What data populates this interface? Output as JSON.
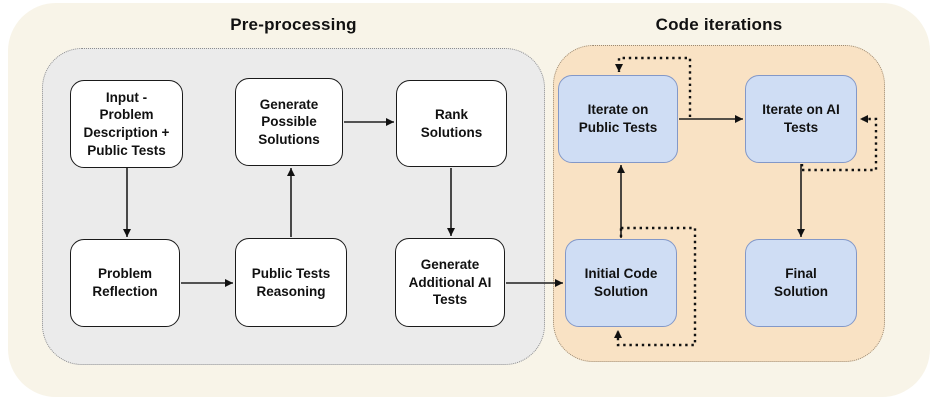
{
  "titles": {
    "preprocessing": "Pre-processing",
    "code_iterations": "Code iterations"
  },
  "nodes": {
    "input": "Input -\nProblem\nDescription +\nPublic Tests",
    "generate_possible": "Generate\nPossible\nSolutions",
    "rank": "Rank\nSolutions",
    "problem_reflection": "Problem\nReflection",
    "public_tests_reasoning": "Public Tests\nReasoning",
    "generate_ai_tests": "Generate\nAdditional AI\nTests",
    "iterate_public": "Iterate on\nPublic Tests",
    "iterate_ai": "Iterate on AI\nTests",
    "initial_code": "Initial Code\nSolution",
    "final_solution": "Final\nSolution"
  },
  "edges": {
    "solid": [
      {
        "from": "Input - Problem Description + Public Tests",
        "to": "Problem Reflection"
      },
      {
        "from": "Problem Reflection",
        "to": "Public Tests Reasoning"
      },
      {
        "from": "Public Tests Reasoning",
        "to": "Generate Possible Solutions"
      },
      {
        "from": "Generate Possible Solutions",
        "to": "Rank Solutions"
      },
      {
        "from": "Rank Solutions",
        "to": "Generate Additional AI Tests"
      },
      {
        "from": "Generate Additional AI Tests",
        "to": "Initial Code Solution"
      },
      {
        "from": "Initial Code Solution",
        "to": "Iterate on Public Tests"
      },
      {
        "from": "Iterate on Public Tests",
        "to": "Iterate on AI Tests"
      },
      {
        "from": "Iterate on AI Tests",
        "to": "Final Solution"
      }
    ],
    "dotted_self_loops": [
      "Iterate on Public Tests",
      "Initial Code Solution",
      "Iterate on AI Tests"
    ]
  },
  "colors": {
    "outer_bg": "#f8f4e8",
    "preprocessing_bg": "#ebebeb",
    "code_iterations_bg": "#f9e2c4",
    "node_white_bg": "#ffffff",
    "node_white_border": "#1a1a1a",
    "node_blue_bg": "#cfddf4",
    "node_blue_border": "#8398c8",
    "arrow": "#1f1f1f",
    "text": "#111111"
  }
}
